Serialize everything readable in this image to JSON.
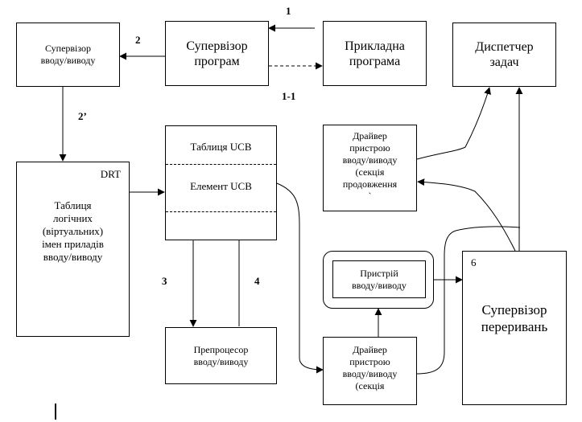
{
  "nodes": {
    "io_supervisor": "Супервізор\nвводу/виводу",
    "program_supervisor": "Супервізор\nпрограм",
    "application_program": "Прикладна\nпрограма",
    "task_dispatcher": "Диспетчер\nзадач",
    "drt_tag": "DRT",
    "drt_table": "Таблиця\nлогічних\n(віртуальних)\nімен приладів\nвводу/виводу",
    "ucb_table_title": "Таблиця UCB",
    "ucb_element": "Елемент UCB",
    "driver_continuation": "Драйвер\nпристрою\nвводу/виводу\n(секція\nпродовження\n`",
    "io_device": "Пристрій\nвводу/виводу",
    "interrupt_supervisor_number": "6",
    "interrupt_supervisor": "Супервізор\nпереривань",
    "io_preprocessor": "Препроцесор\nвводу/виводу",
    "driver_start": "Драйвер\nпристрою\nвводу/виводу\n(секція"
  },
  "labels": {
    "l1": "1",
    "l2": "2",
    "l1_1": "1-1",
    "l2p": "2’",
    "l3": "3",
    "l4": "4"
  }
}
